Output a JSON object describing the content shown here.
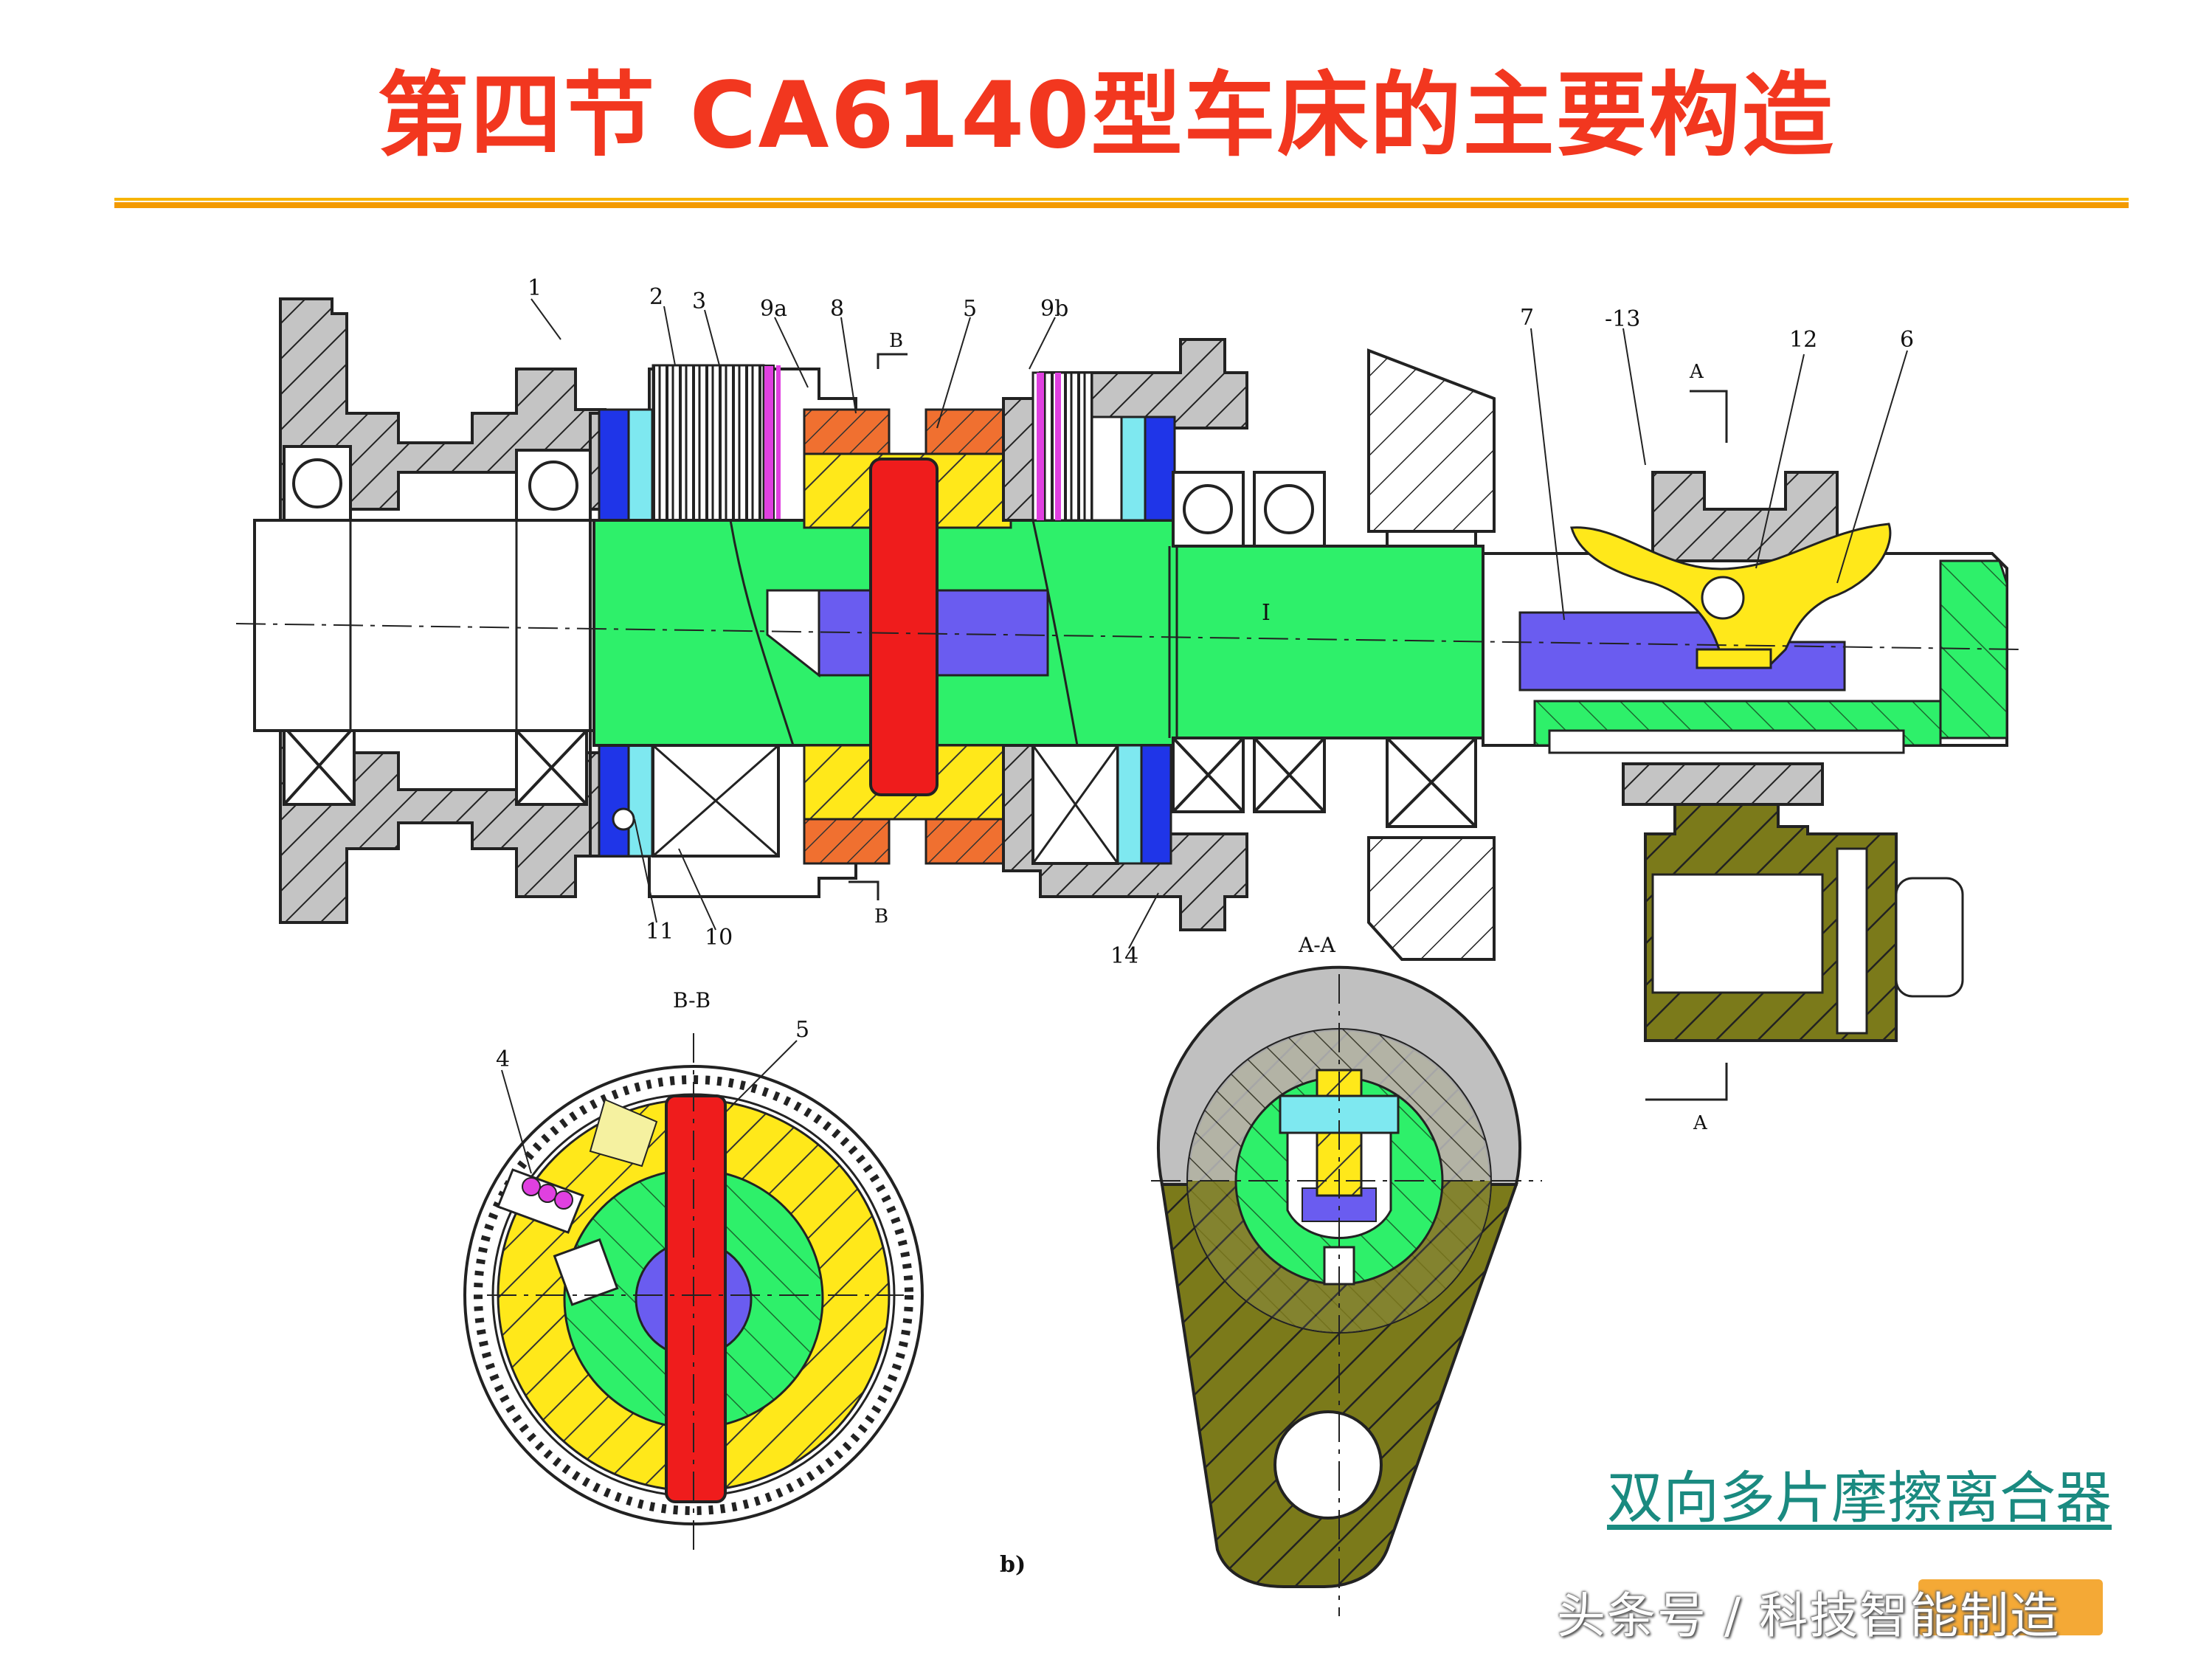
{
  "slide": {
    "title": "第四节 CA6140型车床的主要构造",
    "caption": "双向多片摩擦离合器",
    "watermark": "头条号 / 科技智能制造"
  },
  "diagram": {
    "main_labels": [
      "1",
      "2",
      "3",
      "9a",
      "8",
      "5",
      "9b",
      "7",
      "-13",
      "12",
      "6",
      "B",
      "A",
      "I",
      "11",
      "10",
      "B",
      "14",
      "A-A",
      "A"
    ],
    "section_bb": {
      "title": "B-B",
      "labels": [
        "4",
        "5"
      ]
    },
    "sub_caption": "b)",
    "colors": {
      "shaft": "#2ef06a",
      "pin": "#ef1c1c",
      "rod": "#6a5cf0",
      "sleeve": "#ffe81a",
      "nut": "#f07030",
      "plate": "#1f35e8",
      "ring": "#7ee8f0",
      "spring": "#e040e0",
      "lever": "#7b7a1a",
      "hub": "#c0c0c0"
    }
  }
}
